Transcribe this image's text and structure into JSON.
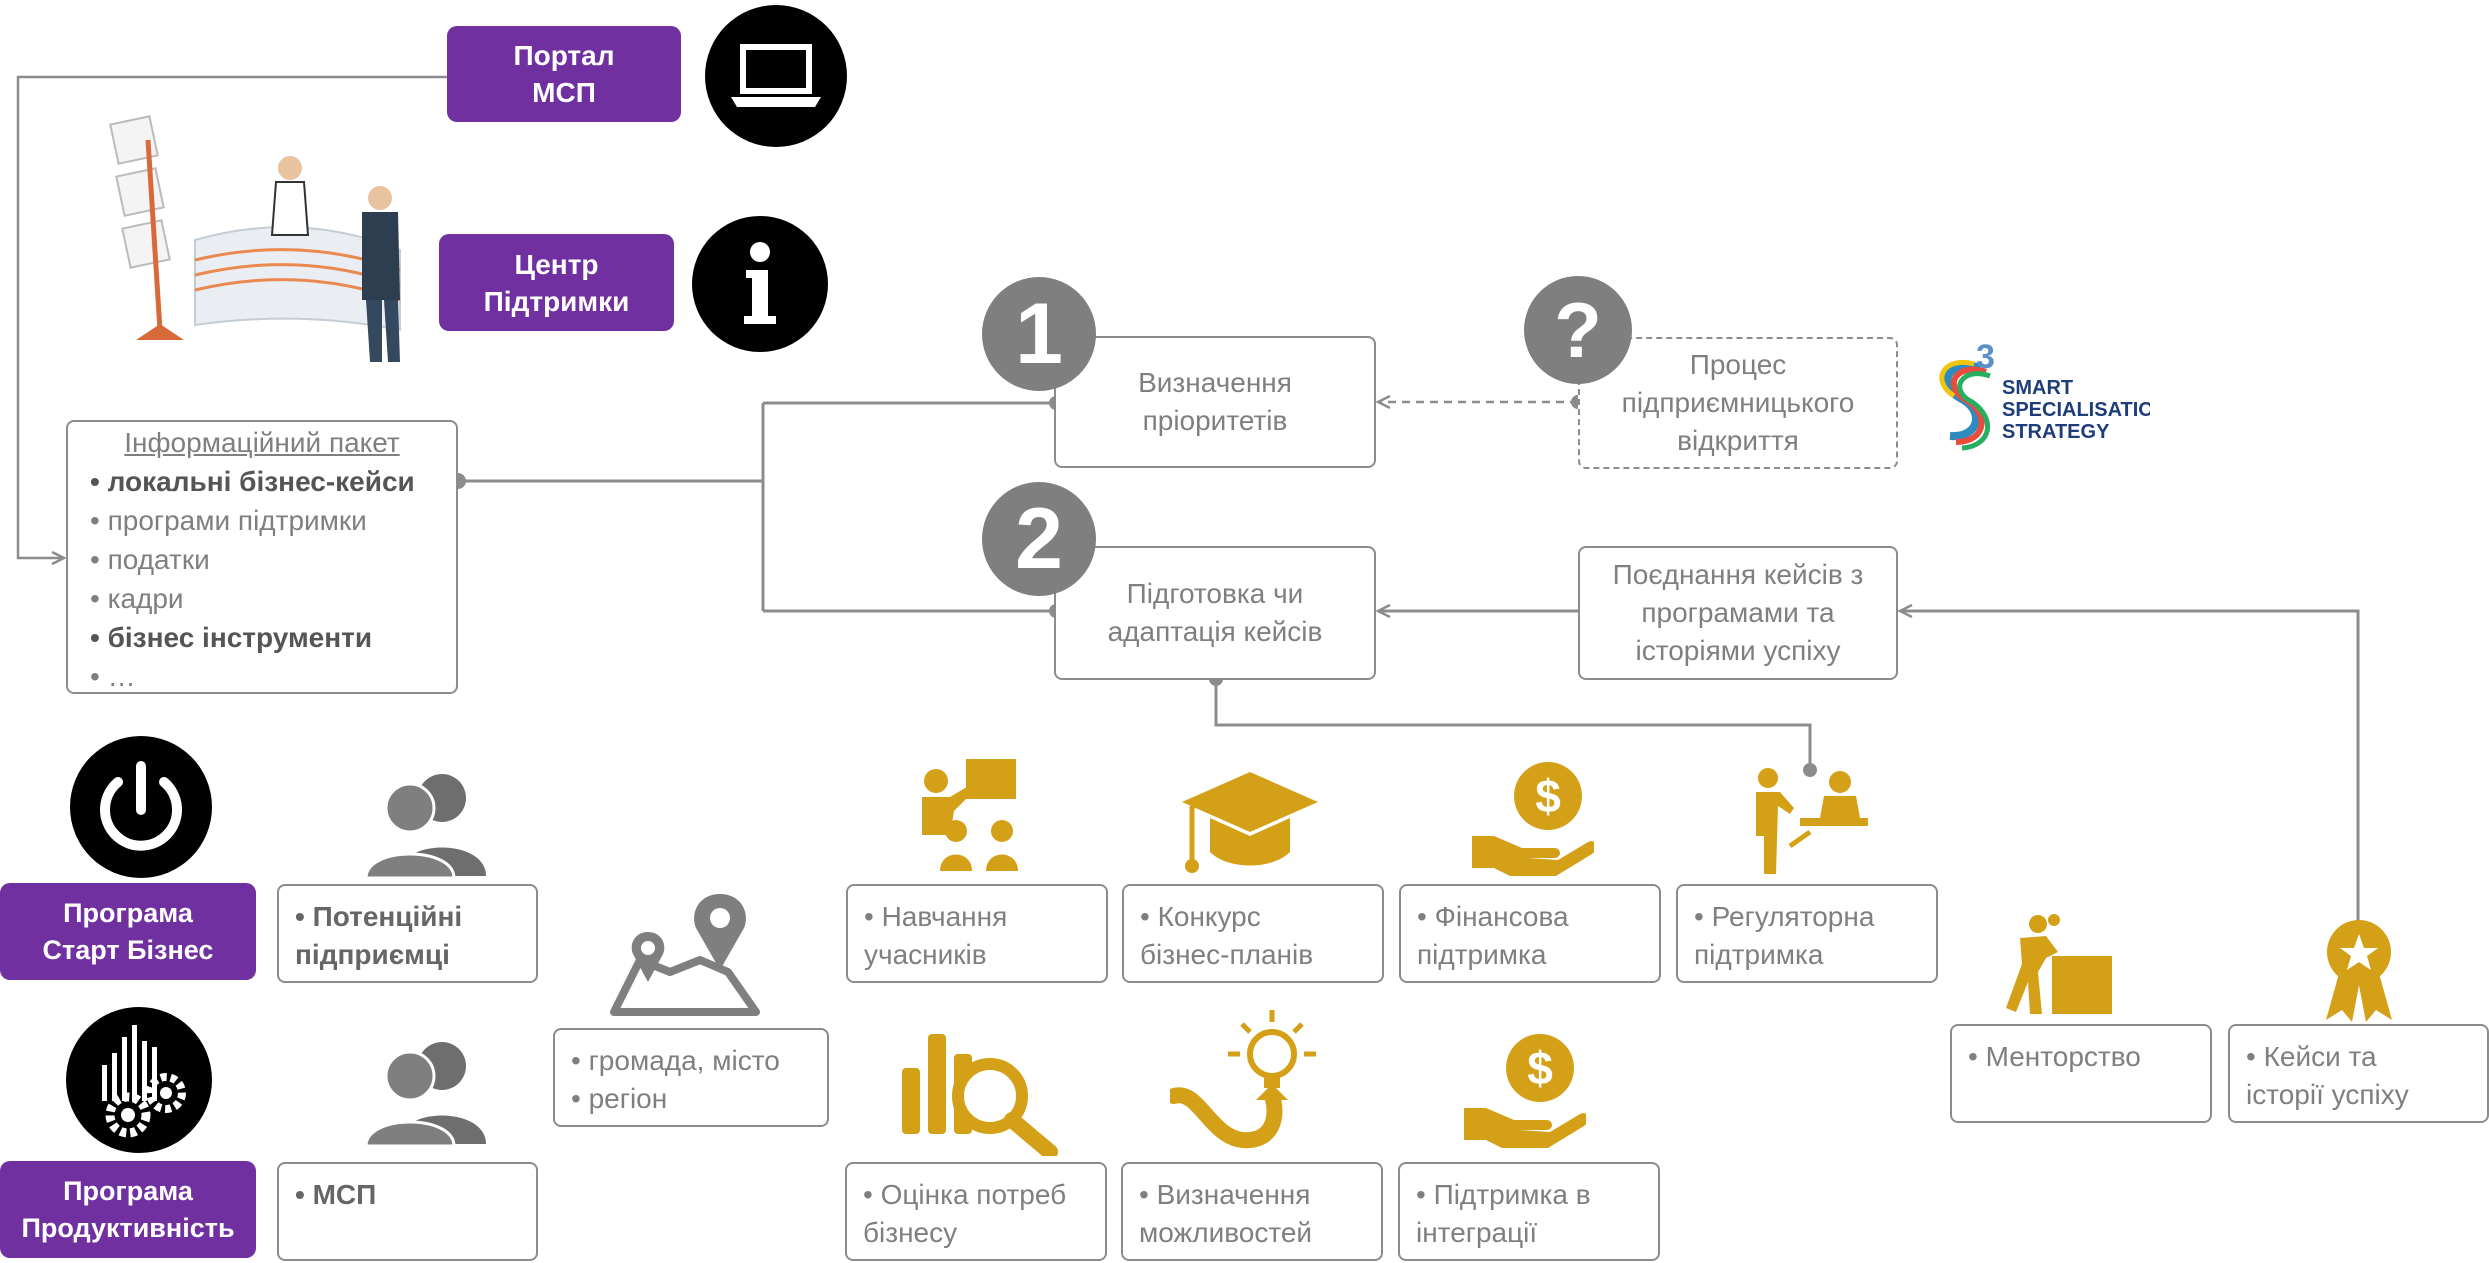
{
  "portal_label": "Портал\nМСП",
  "center_label": "Центр\nПідтримки",
  "program_start_label": "Програма\nСтарт Бізнес",
  "program_prod_label": "Програма\nПродуктивність",
  "info_package": {
    "title": "Інформаційний пакет",
    "items": [
      {
        "text": "• локальні бізнес-кейси",
        "bold": true
      },
      {
        "text": "• програми підтримки",
        "bold": false
      },
      {
        "text": "• податки",
        "bold": false
      },
      {
        "text": "• кадри",
        "bold": false
      },
      {
        "text": "• бізнес інструменти",
        "bold": true
      },
      {
        "text": "• …",
        "bold": false
      }
    ]
  },
  "step1_number": "1",
  "step2_number": "2",
  "question_mark": "?",
  "step1_box": "Визначення\nпріоритетів",
  "step2_box": "Підготовка чи\nадаптація кейсів",
  "process_box": "Процес\nпідприємницького\nвідкриття",
  "combine_box": "Поєднання кейсів з\nпрограмами та\nісторіями успіху",
  "logo": {
    "number": "3",
    "line1": "SMART",
    "line2": "SPECIALISATION",
    "line3": "STRATEGY"
  },
  "audience": {
    "potential": "• Потенційні\nпідприємці",
    "sme": "• МСП",
    "region": "• громада, місто\n• регіон"
  },
  "activities": {
    "training": "• Навчання\n  учасників",
    "contest": "• Конкурс\n  бізнес-планів",
    "finance": "• Фінансова\n  підтримка",
    "regulatory": "• Регуляторна\n  підтримка",
    "needs": "• Оцінка потреб\n  бізнесу",
    "opportunities": "• Визначення\n  можливостей",
    "integration": "• Підтримка в\n  інтеграції",
    "mentoring": "• Менторство",
    "cases": "• Кейси та\n  історії успіху"
  },
  "colors": {
    "purple": "#7030a0",
    "gold": "#d4a017",
    "gray": "#7f7f7f",
    "dark_gray": "#777777"
  }
}
